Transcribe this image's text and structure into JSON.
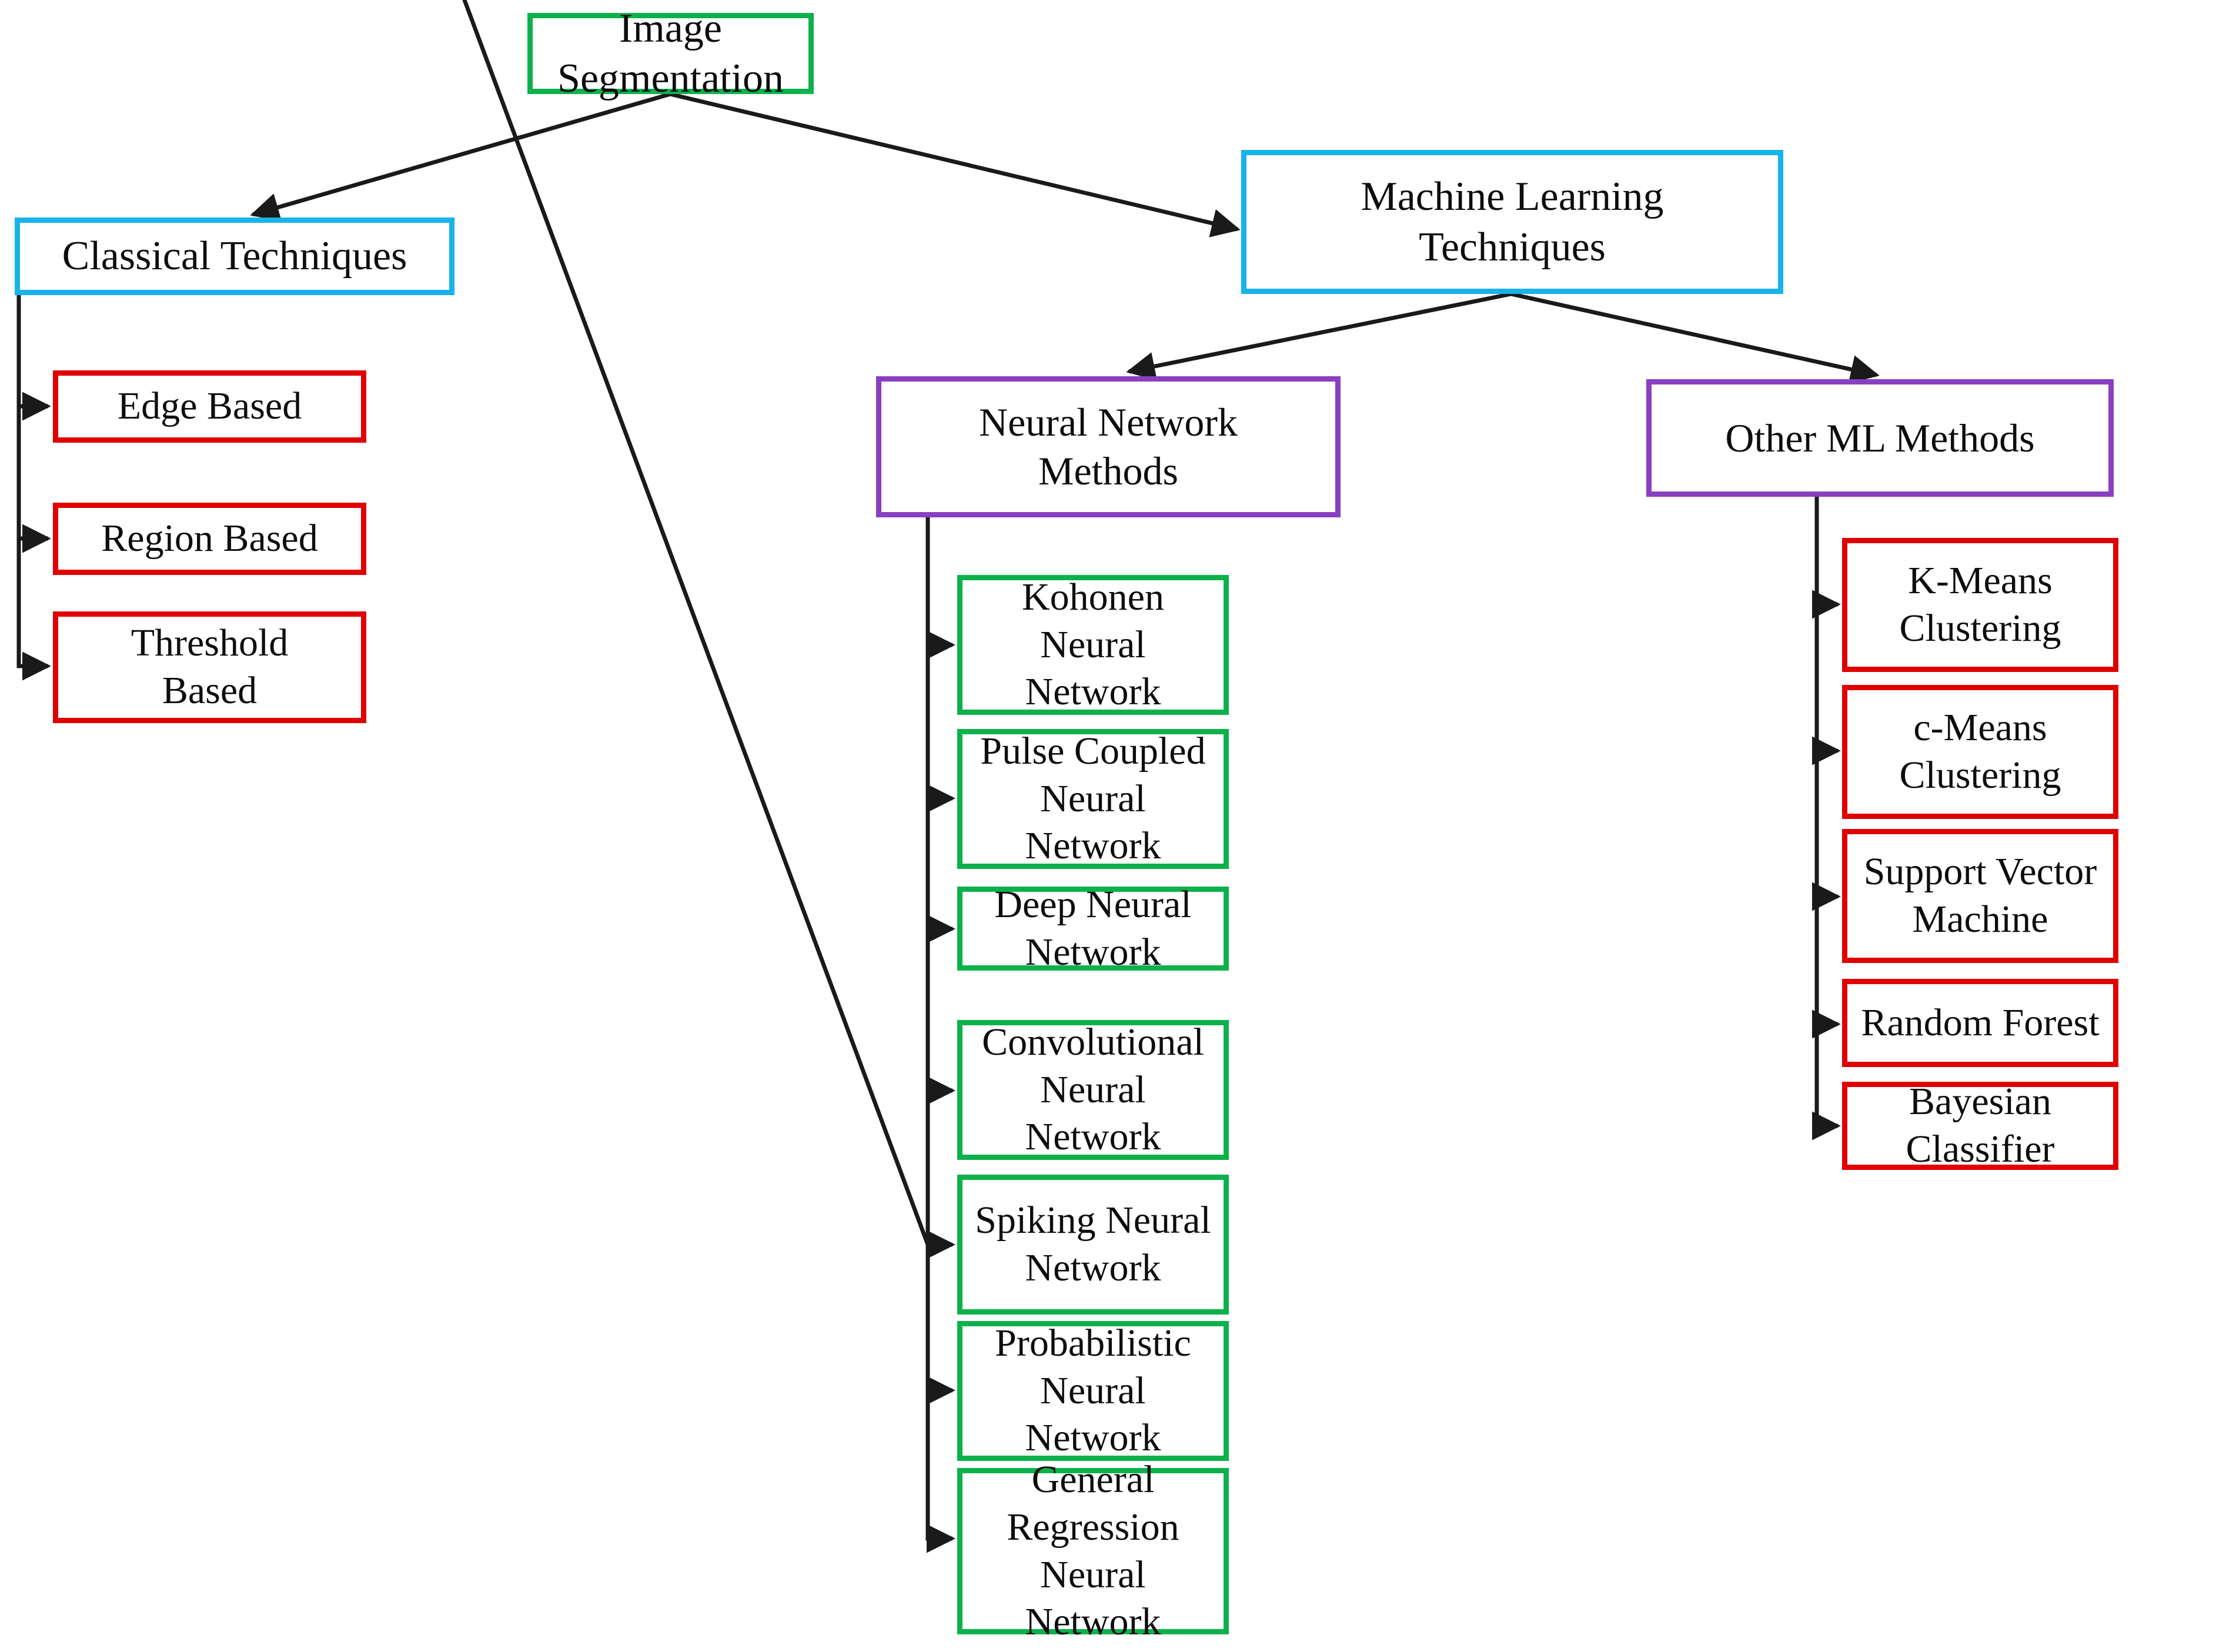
{
  "diagram": {
    "title": "Image Segmentation taxonomy tree",
    "colors": {
      "green": "#0db14b",
      "cyan": "#17b3ea",
      "purple": "#8a3fc0",
      "red": "#e00000",
      "edge": "#1a1a1a",
      "background": "#ffffff"
    }
  },
  "nodes": {
    "root": {
      "label": "Image Segmentation"
    },
    "classical": {
      "label": "Classical Techniques"
    },
    "classical_children": [
      {
        "label": "Edge Based"
      },
      {
        "label": "Region Based"
      },
      {
        "label": "Threshold\nBased"
      }
    ],
    "ml": {
      "label": "Machine Learning\nTechniques"
    },
    "nn": {
      "label": "Neural Network\nMethods"
    },
    "nn_children": [
      {
        "label": "Kohonen Neural\nNetwork"
      },
      {
        "label": "Pulse Coupled Neural\nNetwork"
      },
      {
        "label": "Deep Neural Network"
      },
      {
        "label": "Convolutional Neural\nNetwork"
      },
      {
        "label": "Spiking Neural\nNetwork"
      },
      {
        "label": "Probabilistic Neural\nNetwork"
      },
      {
        "label": "General Regression\nNeural Network"
      }
    ],
    "other_ml": {
      "label": "Other ML Methods"
    },
    "other_ml_children": [
      {
        "label": "K-Means\nClustering"
      },
      {
        "label": "c-Means\nClustering"
      },
      {
        "label": "Support Vector\nMachine"
      },
      {
        "label": "Random Forest"
      },
      {
        "label": "Bayesian Classifier"
      }
    ]
  }
}
